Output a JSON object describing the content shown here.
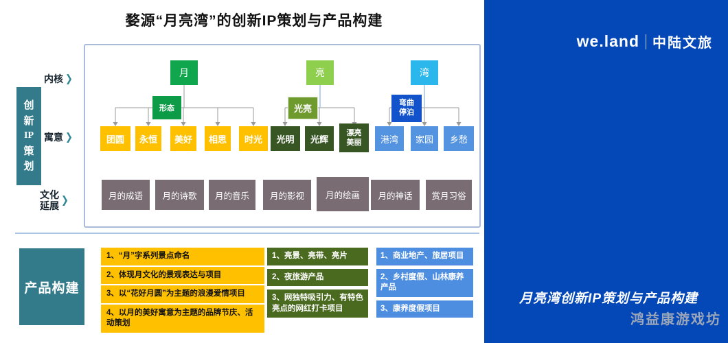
{
  "page": {
    "title": "婺源“月亮湾”的创新IP策划与产品构建"
  },
  "ip": {
    "side_label": "创新IP策划",
    "side_label_lines": [
      "创",
      "新",
      "IP",
      "策",
      "划"
    ],
    "row_labels": {
      "core": "内核",
      "meaning": "寓意",
      "culture_line1": "文化",
      "culture_line2": "延展",
      "chevron": "❯"
    },
    "tree": [
      {
        "root": "月",
        "sub": "形态",
        "children": [
          "团圆",
          "永恒",
          "美好",
          "相思",
          "时光"
        ]
      },
      {
        "root": "亮",
        "sub": "光亮",
        "children": [
          "光明",
          "光辉",
          "漂亮美丽"
        ]
      },
      {
        "root": "湾",
        "sub": "弯曲停泊",
        "children": [
          "港湾",
          "家园",
          "乡愁"
        ]
      }
    ],
    "culture_items": [
      "月的成语",
      "月的诗歌",
      "月的音乐",
      "月的影视",
      "月的绘画",
      "月的神话",
      "赏月习俗"
    ]
  },
  "product": {
    "side_label": "产品构建",
    "moon_items": [
      "1、“月”字系列景点命名",
      "2、体现月文化的景观表达与项目",
      "3、以“花好月圆”为主题的浪漫爱情项目",
      "4、以月的美好寓意为主题的品牌节庆、活动策划"
    ],
    "bright_items": [
      "1、亮景、亮带、亮片",
      "2、夜旅游产品",
      "3、网独特吸引力、有特色亮点的网红打卡项目"
    ],
    "bay_items": [
      "1、商业地产、旅居项目",
      "2、乡村度假、山林康养产品",
      "3、康养度假项目"
    ]
  },
  "brand": {
    "logo_en": "we.land",
    "logo_cn": "中陆文旅",
    "tagline": "月亮湾创新IP策划与产品构建",
    "watermark": "鸿益康游戏坊"
  },
  "colors": {
    "panel_blue": "#0448b8",
    "root_green": "#10a64e",
    "light_green": "#8ed04d",
    "cyan": "#2cb7ec",
    "olive": "#6f9a2e",
    "deep_blue": "#1253cb",
    "yellow": "#ffc000",
    "dark_green": "#375623",
    "child_blue": "#5393e0",
    "gray_box": "#796d73",
    "teal": "#337a8a"
  }
}
